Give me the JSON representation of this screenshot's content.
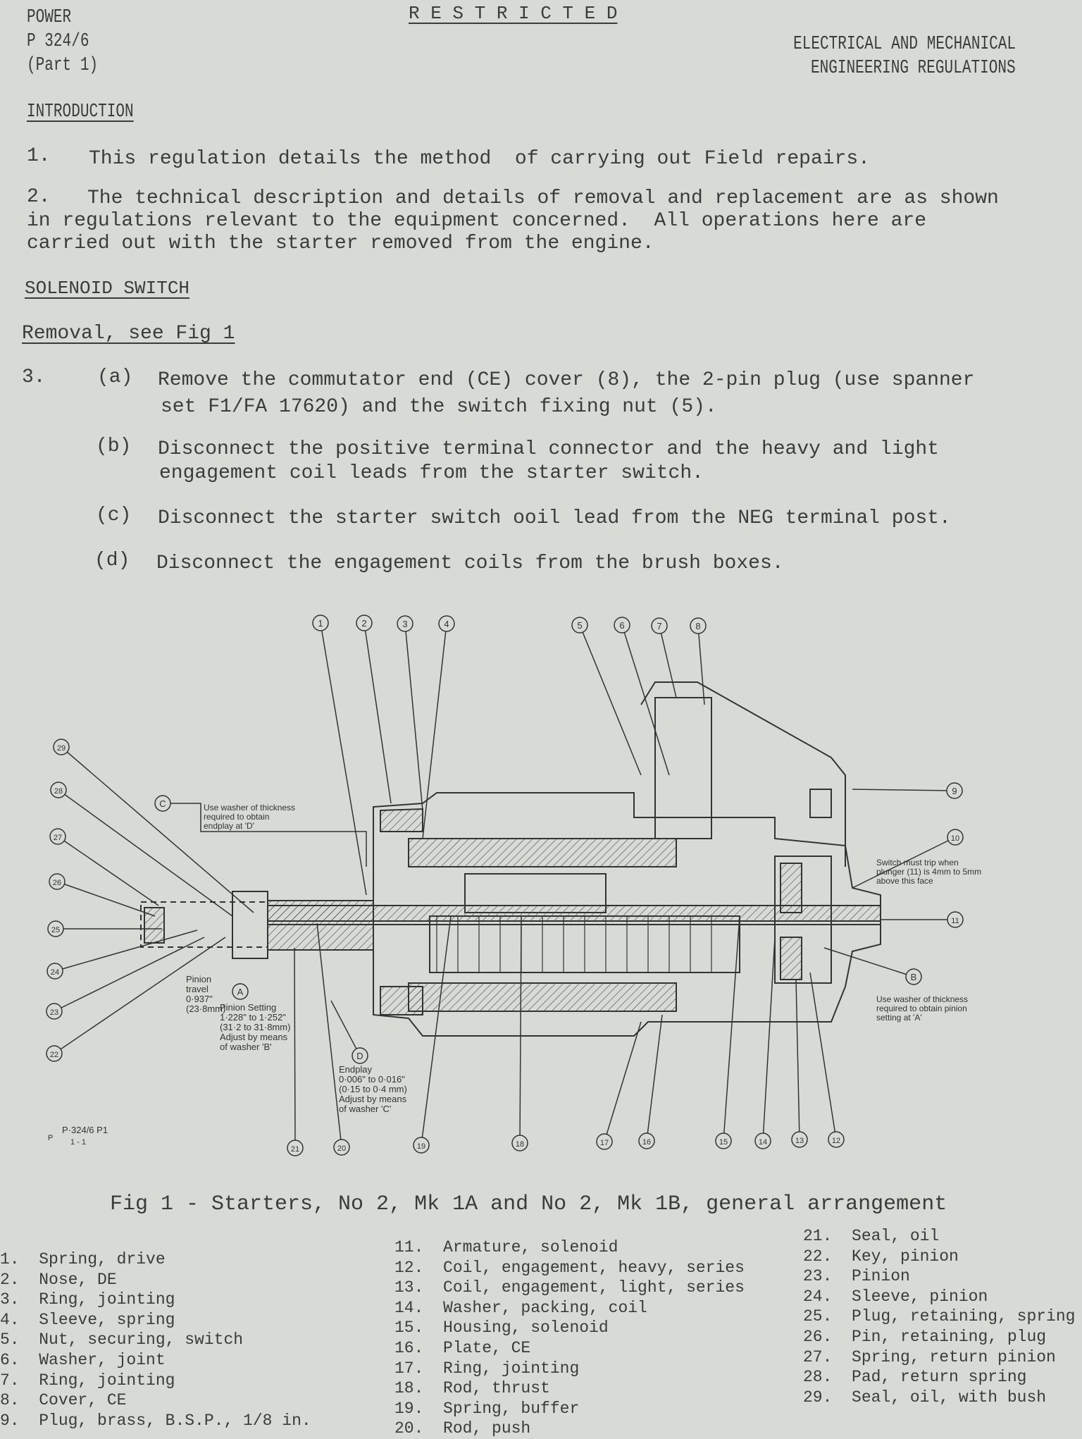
{
  "header": {
    "branch": "POWER",
    "reference": "P 324/6",
    "part": "(Part 1)",
    "classification": "R E S T R I C T E D",
    "series_line1": "ELECTRICAL AND MECHANICAL",
    "series_line2": "ENGINEERING REGULATIONS"
  },
  "introduction": {
    "heading": "INTRODUCTION",
    "para1_num": "1.",
    "para1": "This regulation details the method  of carrying out Field repairs.",
    "para2_num": "2.",
    "para2_line1": "The technical description and details of removal and replacement are as shown",
    "para2_line2": "in regulations relevant to the equipment concerned.  All operations here are",
    "para2_line3": "carried out with the starter removed from the engine."
  },
  "solenoid": {
    "heading": "SOLENOID SWITCH",
    "subheading": "Removal, see Fig 1",
    "para_num": "3.",
    "steps": [
      {
        "label": "(a)",
        "line1": "Remove the commutator end (CE) cover (8), the 2-pin plug (use spanner",
        "line2": "set F1/FA 17620) and the switch fixing nut (5)."
      },
      {
        "label": "(b)",
        "line1": "Disconnect the positive terminal connector and the heavy and light",
        "line2": "engagement coil leads from the starter switch."
      },
      {
        "label": "(c)",
        "line1": "Disconnect the starter switch ooil lead from the NEG terminal post.",
        "line2": ""
      },
      {
        "label": "(d)",
        "line1": "Disconnect the engagement coils from the brush boxes.",
        "line2": ""
      }
    ]
  },
  "figure": {
    "caption": "Fig 1 - Starters, No 2, Mk 1A and No 2, Mk 1B, general arrangement",
    "drawing_ref_top": "P·324/6 P1",
    "drawing_ref_bottom": "1 - 1",
    "drawing_ref_prefix": "P",
    "callouts": [
      "1",
      "2",
      "3",
      "4",
      "5",
      "6",
      "7",
      "8",
      "9",
      "10",
      "11",
      "12",
      "13",
      "14",
      "15",
      "16",
      "17",
      "18",
      "19",
      "20",
      "21",
      "22",
      "23",
      "24",
      "25",
      "26",
      "27",
      "28",
      "29",
      "A",
      "B",
      "C",
      "D"
    ],
    "notes": {
      "c_note": [
        "Use washer of thickness",
        "required to obtain",
        "endplay at 'D'"
      ],
      "switch_note": [
        "Switch must trip when",
        "plunger (11) is 4mm to 5mm",
        "above this face"
      ],
      "b_note": [
        "Use washer of thickness",
        "required to obtain pinion",
        "setting at 'A'"
      ],
      "pinion_travel": [
        "Pinion",
        "travel",
        "0·937\"",
        "(23·8mm)"
      ],
      "pinion_setting": [
        "Pinion Setting",
        "1·228\" to 1·252\"",
        "(31·2 to 31·8mm)",
        "Adjust by means",
        "of washer 'B'"
      ],
      "endplay": [
        "Endplay",
        "0·006\" to 0·016\"",
        "(0·15 to 0·4 mm)",
        "Adjust by means",
        "of washer 'C'"
      ]
    }
  },
  "parts_list": {
    "col1": [
      "1.  Spring, drive",
      "2.  Nose, DE",
      "3.  Ring, jointing",
      "4.  Sleeve, spring",
      "5.  Nut, securing, switch",
      "6.  Washer, joint",
      "7.  Ring, jointing",
      "8.  Cover, CE",
      "9.  Plug, brass, B.S.P., 1/8 in."
    ],
    "col2": [
      "11.  Armature, solenoid",
      "12.  Coil, engagement, heavy, series",
      "13.  Coil, engagement, light, series",
      "14.  Washer, packing, coil",
      "15.  Housing, solenoid",
      "16.  Plate, CE",
      "17.  Ring, jointing",
      "18.  Rod, thrust",
      "19.  Spring, buffer",
      "20.  Rod, push"
    ],
    "col3": [
      "21.  Seal, oil",
      "22.  Key, pinion",
      "23.  Pinion",
      "24.  Sleeve, pinion",
      "25.  Plug, retaining, spring",
      "26.  Pin, retaining, plug",
      "27.  Spring, return pinion",
      "28.  Pad, return spring",
      "29.  Seal, oil, with bush"
    ]
  },
  "colors": {
    "paper": "#d8dbd5",
    "ink": "#3b3b3b"
  }
}
